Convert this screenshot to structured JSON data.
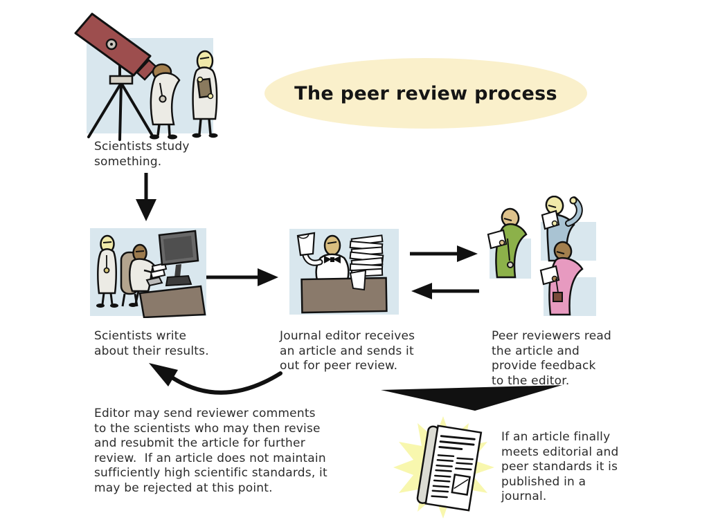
{
  "title": "The peer review process",
  "steps": {
    "study": {
      "icon": "telescope-scene",
      "caption": "Scientists study\nsomething."
    },
    "write": {
      "icon": "computer-scene",
      "caption": "Scientists write\nabout their results."
    },
    "editor": {
      "icon": "editor-desk-scene",
      "caption": "Journal editor receives\nan article and sends it\nout for peer review."
    },
    "review": {
      "icon": "reviewers-scene",
      "caption": "Peer reviewers read\nthe article and\nprovide feedback\nto the editor."
    },
    "revise": {
      "caption": "Editor may send reviewer comments\nto the scientists who may then revise\nand resubmit the article for further\nreview.  If an article does not maintain\nsufficiently high scientific standards, it\nmay be rejected at this point."
    },
    "publish": {
      "icon": "journal-starburst",
      "caption": "If an article finally\nmeets editorial and\npeer standards it is\npublished in a\njournal."
    }
  },
  "arrows": {
    "study_to_write": "down",
    "write_to_editor": "right",
    "editor_to_reviewers": "right",
    "reviewers_to_editor": "left",
    "editor_back_to_scientists": "curved-left",
    "to_publication": "big-down-chevron"
  },
  "colors": {
    "slide_background": "#ffffff",
    "scene_bg": "#d9e7ee",
    "title_bg": "#faf0cb",
    "starburst": "#f8f7ae",
    "telescope": "#9d4e4e",
    "desk": "#8a7a6b",
    "coat_white": "#ecebe5",
    "skin_pale": "#f0e9a9",
    "skin_brown": "#9c7b4e",
    "skin_tan": "#d9bd7f",
    "reviewer_green": "#8cb14a",
    "reviewer_blue": "#a9c3d3",
    "reviewer_pink": "#e79ac0",
    "arrow": "#111111",
    "text": "#2b2b2b"
  }
}
